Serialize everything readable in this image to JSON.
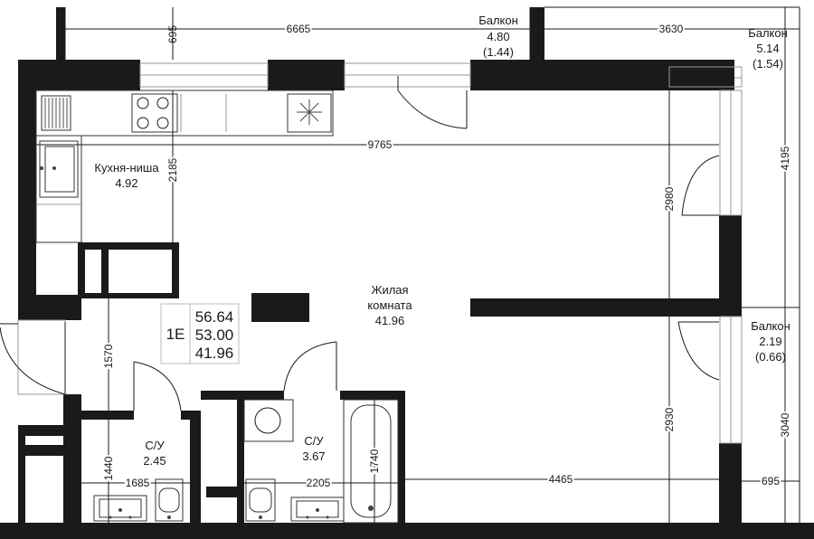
{
  "rooms": {
    "balcony_1": {
      "name": "Балкон",
      "area": "4.80",
      "reduced": "(1.44)"
    },
    "balcony_2": {
      "name": "Балкон",
      "area": "5.14",
      "reduced": "(1.54)"
    },
    "balcony_3": {
      "name": "Балкон",
      "area": "2.19",
      "reduced": "(0.66)"
    },
    "kitchen": {
      "name": "Кухня-ниша",
      "area": "4.92"
    },
    "living": {
      "name_line1": "Жилая",
      "name_line2": "комната",
      "area": "41.96"
    },
    "bath_1": {
      "name": "С/У",
      "area": "2.45"
    },
    "bath_2": {
      "name": "С/У",
      "area": "3.67"
    }
  },
  "summary": {
    "type": "1E",
    "total": "56.64",
    "living_total": "53.00",
    "living_area": "41.96"
  },
  "dimensions": {
    "d695_top": "695",
    "d6665": "6665",
    "d3630": "3630",
    "d9765": "9765",
    "d2185": "2185",
    "d2980": "2980",
    "d4195": "4195",
    "d1570": "1570",
    "d2930": "2930",
    "d3040": "3040",
    "d1440": "1440",
    "d1685": "1685",
    "d2205": "2205",
    "d1740": "1740",
    "d4465": "4465",
    "d695_right": "695"
  }
}
